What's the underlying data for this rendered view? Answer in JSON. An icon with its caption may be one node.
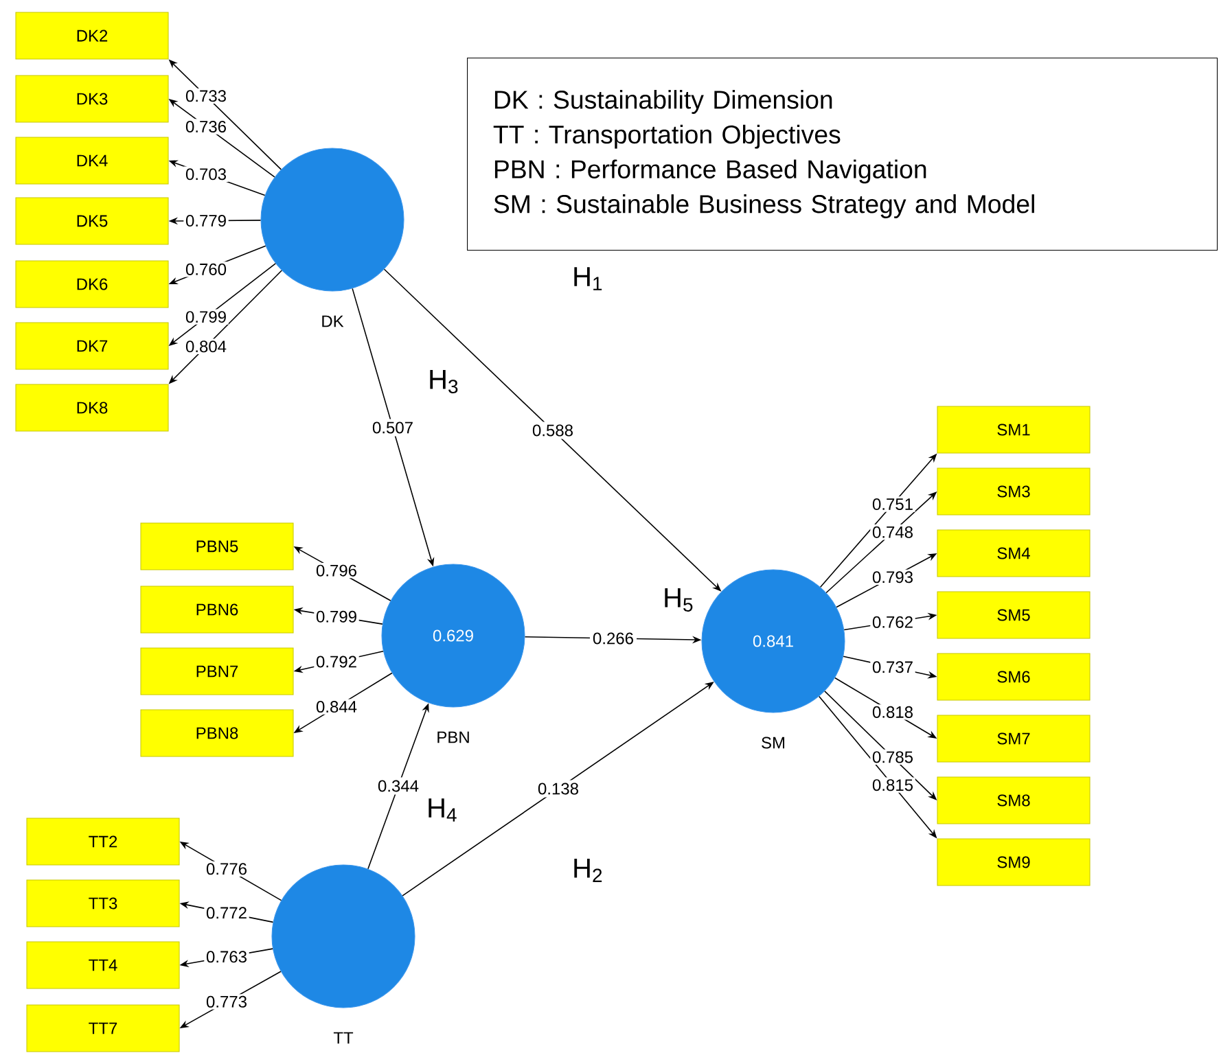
{
  "diagram": {
    "nodes": [
      {
        "text": [],
        "shape": "circle",
        "beside": [
          "DK"
        ]
      },
      {
        "text": [
          "DK2"
        ]
      },
      {
        "text": [
          "DK3"
        ]
      },
      {
        "text": [
          "DK4"
        ]
      },
      {
        "text": [
          "DK5"
        ]
      },
      {
        "text": [
          "DK6"
        ]
      },
      {
        "text": [
          "DK7"
        ]
      },
      {
        "text": [
          "DK8"
        ]
      },
      {
        "text": [
          "DK : Sustainability Dimension",
          "TT : Transportation Objectives",
          "PBN : Performance Based Navigation",
          "SM : Sustainable Business Strategy and Model"
        ]
      },
      {
        "text": [
          "0.629"
        ],
        "beside": [
          "PBN"
        ]
      },
      {
        "text": [
          "PBN5"
        ]
      },
      {
        "text": [
          "PBN6"
        ]
      },
      {
        "text": [
          "PBN7"
        ]
      },
      {
        "text": [
          "PBN8"
        ]
      },
      {
        "text": [
          "0.841"
        ],
        "beside": [
          "SM"
        ]
      },
      {
        "text": [
          "SM1"
        ]
      },
      {
        "text": [
          "SM3"
        ]
      },
      {
        "text": [
          "SM4"
        ]
      },
      {
        "text": [
          "SM5"
        ]
      },
      {
        "text": [
          "SM6"
        ]
      },
      {
        "text": [
          "SM7"
        ]
      },
      {
        "text": [
          "SM8"
        ]
      },
      {
        "text": [
          "SM9"
        ]
      },
      {
        "text": [],
        "shape": "circle",
        "beside": [
          "TT"
        ]
      },
      {
        "text": [
          "TT2"
        ]
      },
      {
        "text": [
          "TT3"
        ]
      },
      {
        "text": [
          "TT4"
        ]
      },
      {
        "text": [
          "TT7"
        ]
      }
    ],
    "edges": [
      {
        "from": 0,
        "to": 1,
        "arrow": "to",
        "label": "0.733"
      },
      {
        "from": 0,
        "to": 2,
        "arrow": "to",
        "label": "0.736"
      },
      {
        "from": 0,
        "to": 3,
        "arrow": "to",
        "label": "0.703"
      },
      {
        "from": 0,
        "to": 4,
        "arrow": "to",
        "label": "0.779"
      },
      {
        "from": 0,
        "to": 5,
        "arrow": "to",
        "label": "0.760"
      },
      {
        "from": 0,
        "to": 6,
        "arrow": "to",
        "label": "0.799"
      },
      {
        "from": 0,
        "to": 7,
        "arrow": "to",
        "label": "0.804"
      },
      {
        "from": 9,
        "to": 10,
        "arrow": "to",
        "label": "0.796"
      },
      {
        "from": 9,
        "to": 11,
        "arrow": "to",
        "label": "0.799"
      },
      {
        "from": 9,
        "to": 12,
        "arrow": "to",
        "label": "0.792"
      },
      {
        "from": 9,
        "to": 13,
        "arrow": "to",
        "label": "0.844"
      },
      {
        "from": 14,
        "to": 15,
        "arrow": "to",
        "label": "0.751"
      },
      {
        "from": 14,
        "to": 16,
        "arrow": "to",
        "label": "0.748"
      },
      {
        "from": 14,
        "to": 17,
        "arrow": "to",
        "label": "0.793"
      },
      {
        "from": 14,
        "to": 18,
        "arrow": "to",
        "label": "0.762"
      },
      {
        "from": 14,
        "to": 19,
        "arrow": "to",
        "label": "0.737"
      },
      {
        "from": 14,
        "to": 20,
        "arrow": "to",
        "label": "0.818"
      },
      {
        "from": 14,
        "to": 21,
        "arrow": "to",
        "label": "0.785"
      },
      {
        "from": 14,
        "to": 22,
        "arrow": "to",
        "label": "0.815"
      },
      {
        "from": 23,
        "to": 24,
        "arrow": "to",
        "label": "0.776"
      },
      {
        "from": 23,
        "to": 25,
        "arrow": "to",
        "label": "0.772"
      },
      {
        "from": 23,
        "to": 26,
        "arrow": "to",
        "label": "0.763"
      },
      {
        "from": 23,
        "to": 27,
        "arrow": "to",
        "label": "0.773"
      },
      {
        "from": 0,
        "to": 9,
        "arrow": "to",
        "label": "0.507"
      },
      {
        "from": 0,
        "to": 14,
        "arrow": "to",
        "label": "0.588"
      },
      {
        "from": 9,
        "to": 14,
        "arrow": "to",
        "label": "0.266"
      },
      {
        "from": 23,
        "to": 9,
        "arrow": "to",
        "label": "0.344"
      },
      {
        "from": 23,
        "to": 14,
        "arrow": "to",
        "label": "0.138"
      }
    ],
    "labels": [
      "H$_{1}$",
      "H$_{3}$",
      "H$_{5}$",
      "H$_{4}$",
      "H$_{2}$"
    ]
  }
}
